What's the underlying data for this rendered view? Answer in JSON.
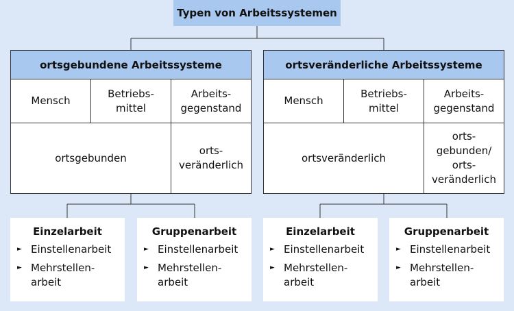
{
  "root": {
    "label": "Typen von Arbeitssystemen"
  },
  "bullet_glyph": "►",
  "panels": [
    {
      "title": "ortsgebundene Arbeitssysteme",
      "columns": [
        "Mensch",
        "Betriebs-\nmittel",
        "Arbeits-\ngegenstand"
      ],
      "merged_cell": "ortsgebunden",
      "single_cell": "orts-\nveränderlich",
      "leaves": [
        {
          "title": "Einzelarbeit",
          "items": [
            "Einstellenarbeit",
            "Mehrstellen-\narbeit"
          ]
        },
        {
          "title": "Gruppenarbeit",
          "items": [
            "Einstellenarbeit",
            "Mehrstellen-\narbeit"
          ]
        }
      ]
    },
    {
      "title": "ortsveränderliche Arbeitssysteme",
      "columns": [
        "Mensch",
        "Betriebs-\nmittel",
        "Arbeits-\ngegenstand"
      ],
      "merged_cell": "ortsveränderlich",
      "single_cell": "orts-\ngebunden/\norts-\nveränderlich",
      "leaves": [
        {
          "title": "Einzelarbeit",
          "items": [
            "Einstellenarbeit",
            "Mehrstellen-\narbeit"
          ]
        },
        {
          "title": "Gruppenarbeit",
          "items": [
            "Einstellenarbeit",
            "Mehrstellen-\narbeit"
          ]
        }
      ]
    }
  ]
}
